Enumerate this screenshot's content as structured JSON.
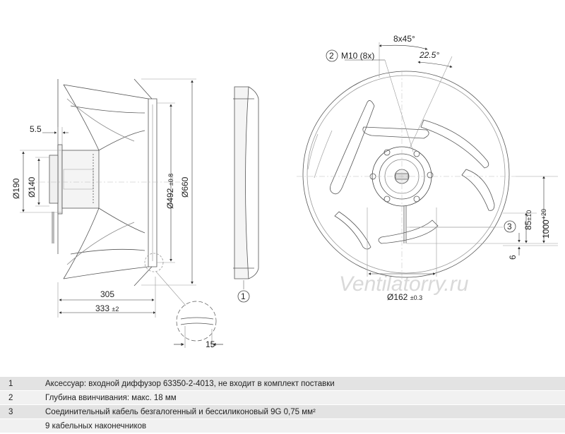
{
  "dims": {
    "d5_5": "5.5",
    "d190": "Ø190",
    "d140": "Ø140",
    "d492": "Ø492",
    "d492_tol": "±0.8",
    "d660": "Ø660",
    "d305": "305",
    "d333": "333",
    "d333_tol": "±2",
    "d15": "15",
    "angle_8x45": "8x45°",
    "m10": "M10 (8x)",
    "angle_22_5": "22.5°",
    "d162": "Ø162",
    "d162_tol": "±0.3",
    "d85": "85",
    "d85_tol": "±10",
    "d1000": "1000",
    "d1000_tol": "+20",
    "d6": "6"
  },
  "callouts": {
    "c1": "1",
    "c2": "2",
    "c3": "3"
  },
  "watermark": "Ventilatorry.ru",
  "notes": [
    {
      "num": "1",
      "text": "Аксессуар: входной диффузор 63350-2-4013, не входит в комплект поставки"
    },
    {
      "num": "2",
      "text": "Глубина ввинчивания: макс. 18 мм"
    },
    {
      "num": "3",
      "text": "Соединительный кабель безгалогенный и бессиликоновый 9G 0,75 мм²"
    },
    {
      "num": "",
      "text": "9 кабельных наконечников"
    }
  ]
}
